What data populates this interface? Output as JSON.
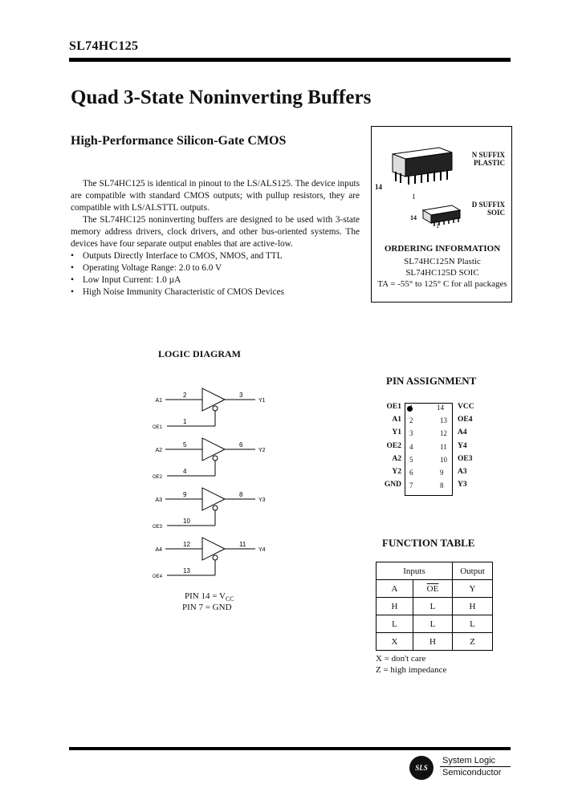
{
  "header": {
    "part_number": "SL74HC125"
  },
  "title": "Quad 3-State Noninverting Buffers",
  "subtitle": "High-Performance Silicon-Gate CMOS",
  "description": [
    "The SL74HC125 is identical in pinout to the LS/ALS125. The device inputs are compatible with standard CMOS outputs; with pullup resistors, they are compatible with LS/ALSTTL outputs.",
    "The SL74HC125 noninverting buffers are designed to be used with 3-state memory address drivers, clock drivers, and other bus-oriented systems. The devices have four separate output enables that are active-low."
  ],
  "features": [
    "Outputs Directly Interface to CMOS, NMOS, and TTL",
    "Operating Voltage Range: 2.0 to 6.0 V",
    "Low Input Current: 1.0 µA",
    "High Noise Immunity Characteristic of CMOS Devices"
  ],
  "packages": {
    "n_suffix": {
      "line1": "N SUFFIX",
      "line2": "PLASTIC",
      "pin_hi": "14",
      "pin_lo": "1"
    },
    "d_suffix": {
      "line1": "D SUFFIX",
      "line2": "SOIC",
      "pin_hi": "14",
      "pin_lo": "1"
    }
  },
  "ordering": {
    "heading": "ORDERING INFORMATION",
    "line1": "SL74HC125N Plastic",
    "line2": "SL74HC125D SOIC",
    "line3": "TA = -55° to 125° C for all packages"
  },
  "logic_diagram": {
    "heading": "LOGIC DIAGRAM",
    "gates": [
      {
        "in": "A1",
        "in_pin": "2",
        "oe": "OE1",
        "oe_pin": "1",
        "out": "Y1",
        "out_pin": "3"
      },
      {
        "in": "A2",
        "in_pin": "5",
        "oe": "OE2",
        "oe_pin": "4",
        "out": "Y2",
        "out_pin": "6"
      },
      {
        "in": "A3",
        "in_pin": "9",
        "oe": "OE3",
        "oe_pin": "10",
        "out": "Y3",
        "out_pin": "8"
      },
      {
        "in": "A4",
        "in_pin": "12",
        "oe": "OE4",
        "oe_pin": "13",
        "out": "Y4",
        "out_pin": "11"
      }
    ],
    "pin14": "PIN 14 = V",
    "pin14_sub": "CC",
    "pin7": "PIN 7 = GND"
  },
  "pin_assignment": {
    "heading": "PIN ASSIGNMENT",
    "left": [
      {
        "name": "OE1",
        "num": "1"
      },
      {
        "name": "A1",
        "num": "2"
      },
      {
        "name": "Y1",
        "num": "3"
      },
      {
        "name": "OE2",
        "num": "4"
      },
      {
        "name": "A2",
        "num": "5"
      },
      {
        "name": "Y2",
        "num": "6"
      },
      {
        "name": "GND",
        "num": "7"
      }
    ],
    "right": [
      {
        "name": "VCC",
        "num": "14"
      },
      {
        "name": "OE4",
        "num": "13"
      },
      {
        "name": "A4",
        "num": "12"
      },
      {
        "name": "Y4",
        "num": "11"
      },
      {
        "name": "OE3",
        "num": "10"
      },
      {
        "name": "A3",
        "num": "9"
      },
      {
        "name": "Y3",
        "num": "8"
      }
    ]
  },
  "function_table": {
    "heading": "FUNCTION TABLE",
    "group_inputs": "Inputs",
    "group_output": "Output",
    "columns": [
      "A",
      "OE",
      "Y"
    ],
    "rows": [
      [
        "H",
        "L",
        "H"
      ],
      [
        "L",
        "L",
        "L"
      ],
      [
        "X",
        "H",
        "Z"
      ]
    ],
    "legend": [
      "X = don't care",
      "Z = high impedance"
    ]
  },
  "footer": {
    "logo": "SLS",
    "company_line1": "System Logic",
    "company_line2": "Semiconductor"
  }
}
